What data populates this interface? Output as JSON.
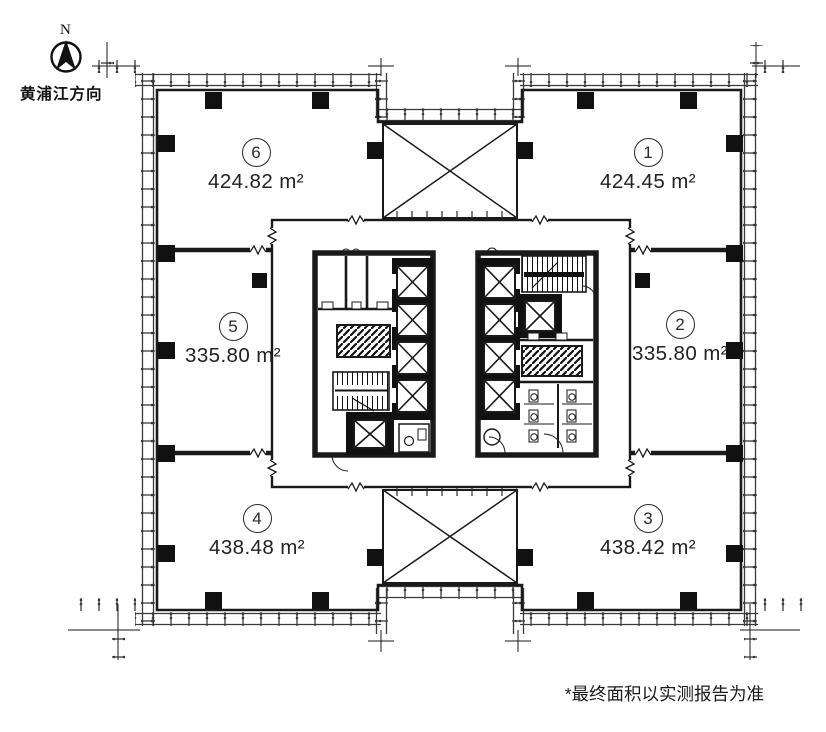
{
  "compass": {
    "north_label": "N",
    "direction_label": "黄浦江方向"
  },
  "units": [
    {
      "number": "1",
      "area": "424.45 m²"
    },
    {
      "number": "2",
      "area": "335.80 m²"
    },
    {
      "number": "3",
      "area": "438.42 m²"
    },
    {
      "number": "4",
      "area": "438.48 m²"
    },
    {
      "number": "5",
      "area": "335.80 m²"
    },
    {
      "number": "6",
      "area": "424.82 m²"
    }
  ],
  "footnote": "*最终面积以实测报告为准",
  "colors": {
    "wall": "#1a1a1a",
    "facade": "#3a3a3a",
    "background": "#ffffff"
  }
}
